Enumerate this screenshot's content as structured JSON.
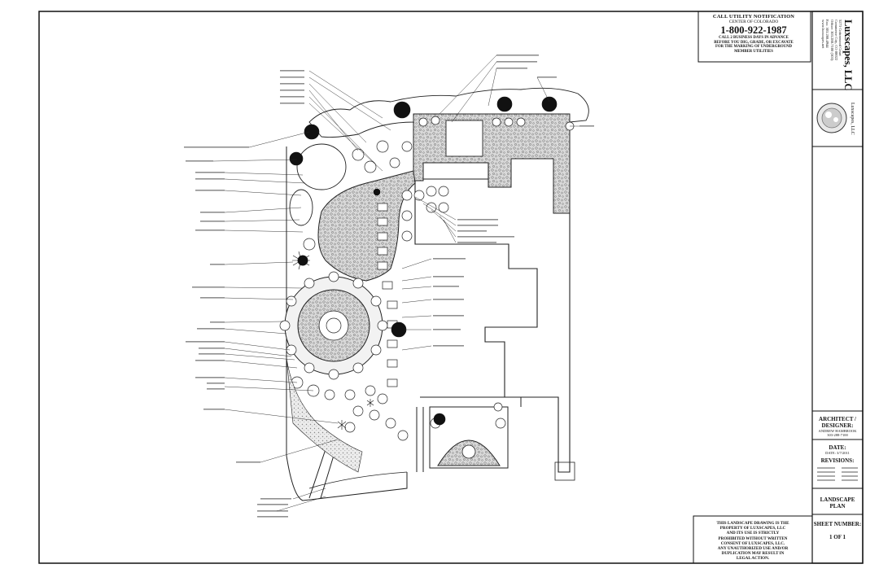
{
  "utility": {
    "title": "CALL UTILITY NOTIFICATION",
    "center": "CENTER OF COLORADO",
    "phone": "1-800-922-1987",
    "note_lines": [
      "CALL 2 BUSINESS DAYS IN ADVANCE",
      "BEFORE YOU DIG, GRADE, OR EXCAVATE",
      "FOR THE MARKING OF UNDERGROUND",
      "MEMBER UTILITIES"
    ]
  },
  "company": {
    "name": "Luxscapes, LLC",
    "lines": [
      "5273 Cottonwood Court",
      "Commerce City, CO 80022",
      "Office: 303.288.7100 (303)",
      "Fax: 303.288.4944",
      "www.luxscapes.net"
    ],
    "logo_label": "Luxscapes, LLC"
  },
  "title_block": {
    "architect_label": "ARCHITECT / DESIGNER:",
    "architect_name": "ANDREW HAMBROOK",
    "architect_phone": "303-288-7100",
    "date_label": "DATE:",
    "date_value": "DATE: 3/7/2011",
    "revisions_label": "REVISIONS:",
    "plan_label": "LANDSCAPE PLAN",
    "sheet_label": "SHEET NUMBER:",
    "sheet_of": "1  OF  1"
  },
  "property_notice": [
    "THIS LANDSCAPE DRAWING IS THE",
    "PROPERTY OF LUXSCAPES, LLC",
    "AND ITS USE IS STRICTLY",
    "PROHIBITED WITHOUT WRITTEN",
    "CONSENT OF LUXSCAPES, LLC.",
    "ANY UNAUTHORIZED USE AND/OR",
    "DUPLICATION MAY RESULT IN",
    "LEGAL ACTION."
  ]
}
